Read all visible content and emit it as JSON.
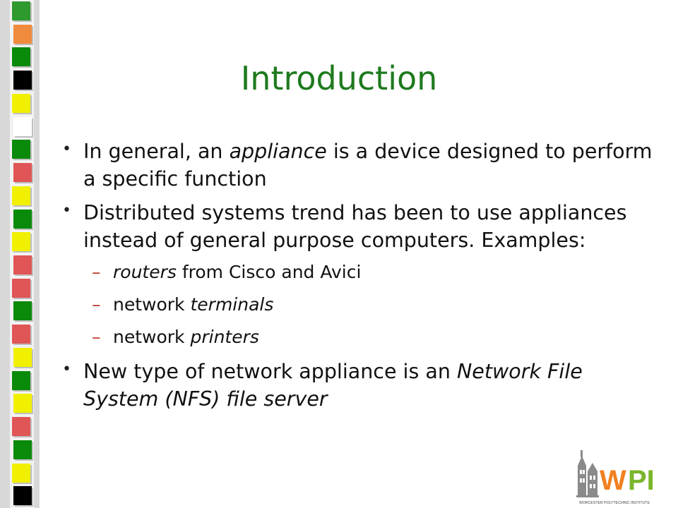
{
  "slide": {
    "title": "Introduction",
    "bullets": [
      {
        "parts": [
          "In general, an ",
          "appliance",
          " is a device designed to perform a specific function"
        ]
      },
      {
        "parts": [
          "Distributed systems trend has been to use appliances instead of general purpose computers. Examples:"
        ]
      },
      {
        "parts": [
          "New type of network appliance is an ",
          "Network File System (NFS) file server"
        ]
      }
    ],
    "examples": [
      {
        "parts": [
          "routers",
          " from Cisco and Avici"
        ]
      },
      {
        "parts": [
          "network ",
          "terminals"
        ]
      },
      {
        "parts": [
          "network ",
          "printers"
        ]
      }
    ],
    "bullet_glyph": "•",
    "dash_glyph": "–"
  },
  "logo": {
    "text": "WPI",
    "subtitle": "WORCESTER POLYTECHNIC INSTITUTE",
    "colors": {
      "orange": "#f08020",
      "green": "#7bb52a",
      "gray": "#8a8a8a"
    }
  },
  "colors": {
    "title": "#1e7a1e",
    "dash": "#c0392b"
  },
  "stripe_colors": [
    "#2e9a2e",
    "#f08a3c",
    "#0a8a0a",
    "#000000",
    "#f0f000",
    "#ffffff",
    "#0a8a0a",
    "#e05555",
    "#f0f000",
    "#0a8a0a",
    "#f0f000",
    "#e05555",
    "#e05555",
    "#0a8a0a",
    "#e05555",
    "#f0f000",
    "#0a8a0a",
    "#f0f000",
    "#e05555",
    "#0a8a0a",
    "#f0f000",
    "#000000"
  ]
}
